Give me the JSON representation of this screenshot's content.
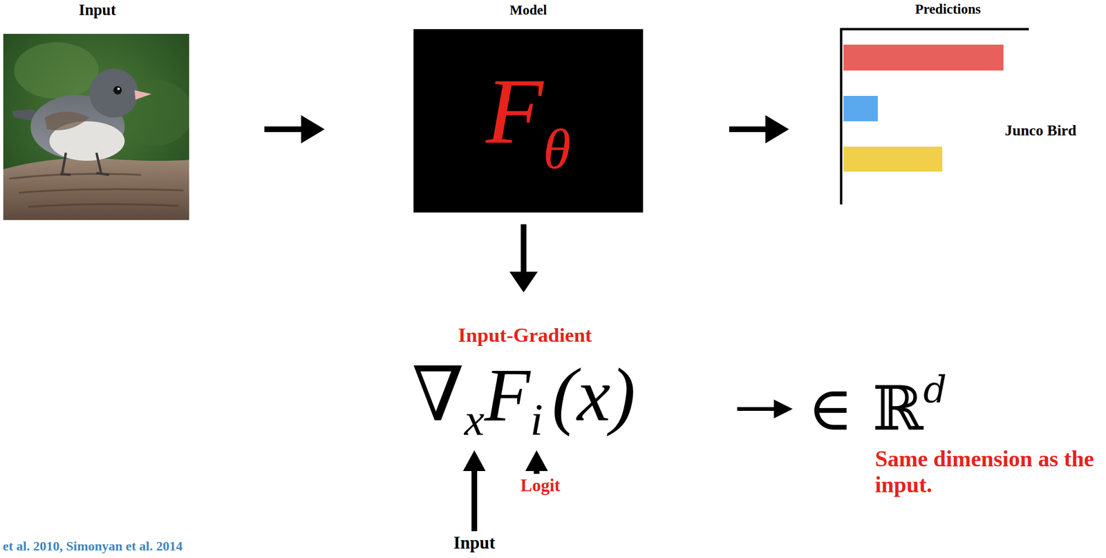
{
  "diagram": {
    "nodes": [
      {
        "text": [
          "Model",
          "F",
          "θ"
        ]
      }
    ],
    "labels": [
      "Input",
      "Predictions",
      "Junco Bird",
      "Input-Gradient",
      "∇",
      "x",
      "F",
      "i",
      "(x)",
      "∈ ℝ",
      "d",
      "Same dimension as the input.",
      "Logit",
      "Input",
      "et al. 2010, Simonyan et al. 2014"
    ]
  }
}
